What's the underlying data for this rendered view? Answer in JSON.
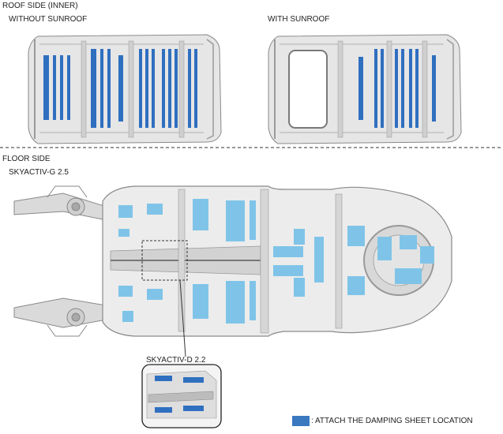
{
  "labels": {
    "roof_side": "ROOF SIDE (INNER)",
    "without_sunroof": "WITHOUT SUNROOF",
    "with_sunroof": "WITH SUNROOF",
    "floor_side": "FLOOR SIDE",
    "engine_g": "SKYACTIV-G 2.5",
    "engine_d": "SKYACTIV-D 2.2"
  },
  "legend": {
    "text": ": ATTACH THE DAMPING SHEET LOCATION",
    "swatch_color": "#3a78bf"
  },
  "colors": {
    "roof_damping": "#2f6fc0",
    "floor_damping": "#7fc4e8",
    "panel_fill": "#e6e6e6",
    "panel_stroke": "#8a8a8a"
  }
}
